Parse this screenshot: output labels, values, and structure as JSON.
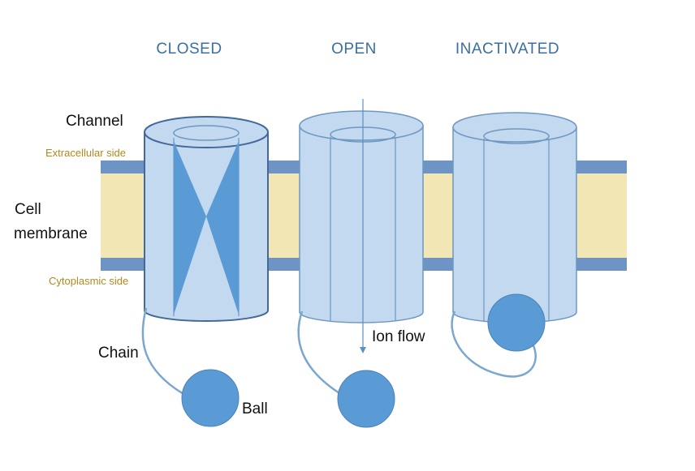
{
  "states": {
    "closed": "CLOSED",
    "open": "OPEN",
    "inactivated": "INACTIVATED"
  },
  "labels": {
    "channel": "Channel",
    "extracellular": "Extracellular side",
    "cell_line1": "Cell",
    "cell_line2": "membrane",
    "cytoplasmic": "Cytoplasmic side",
    "chain": "Chain",
    "ball": "Ball",
    "ion_flow": "Ion flow"
  },
  "colors": {
    "membrane_edge": "#6d94c4",
    "membrane_core": "#f2e6b4",
    "channel_fill": "#c3d9ef",
    "channel_stroke": "#6e97c2",
    "closed_stroke": "#44689a",
    "gate": "#5b9bd5",
    "ball": "#5b9bd5",
    "chain": "#7aa6cf",
    "title": "#3a6fa3",
    "side_label": "#b08a1e"
  }
}
